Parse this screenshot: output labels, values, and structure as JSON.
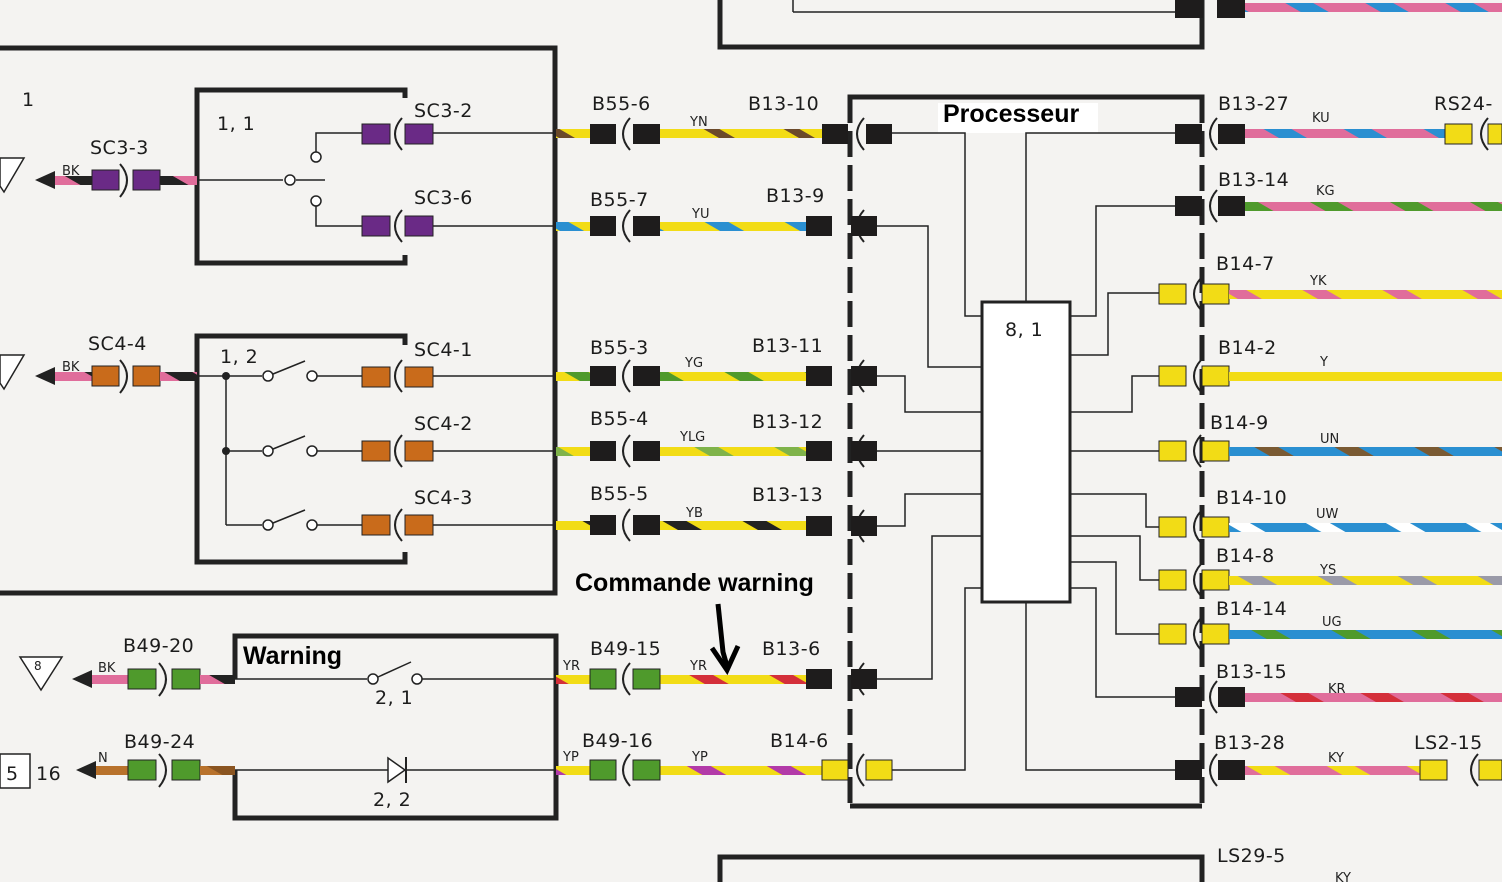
{
  "annotations": {
    "processor_title": "Processeur",
    "warning_title": "Warning",
    "command_warning": "Commande warning"
  },
  "blocks": {
    "block1_number": "1",
    "sw_1_1": "1, 1",
    "sw_1_2": "1, 2",
    "sw_2_1": "2, 1",
    "diode_2_2": "2, 2",
    "processor_id": "8, 1"
  },
  "left_connectors": {
    "sc3_3": "SC3-3",
    "sc4_4": "SC4-4",
    "b49_20": "B49-20",
    "b49_24": "B49-24"
  },
  "left_wires": {
    "bk1": "BK",
    "bk2": "BK",
    "bk3": "BK",
    "n": "N"
  },
  "left_refs": {
    "ground_8": "8",
    "ref_5": "5",
    "ref_16": "16"
  },
  "switch_pins": {
    "sc3_2": "SC3-2",
    "sc3_6": "SC3-6",
    "sc4_1": "SC4-1",
    "sc4_2": "SC4-2",
    "sc4_3": "SC4-3"
  },
  "mid_connectors": {
    "b55_6": "B55-6",
    "b55_7": "B55-7",
    "b55_3": "B55-3",
    "b55_4": "B55-4",
    "b55_5": "B55-5",
    "b49_15": "B49-15",
    "b49_16": "B49-16",
    "b13_10": "B13-10",
    "b13_9": "B13-9",
    "b13_11": "B13-11",
    "b13_12": "B13-12",
    "b13_13": "B13-13",
    "b13_6": "B13-6",
    "b14_6": "B14-6"
  },
  "mid_wires": {
    "yn": "YN",
    "yu": "YU",
    "yg": "YG",
    "ylg": "YLG",
    "yb": "YB",
    "yr1": "YR",
    "yr2": "YR",
    "yp1": "YP",
    "yp2": "YP"
  },
  "right_connectors": {
    "b13_27": "B13-27",
    "b13_14": "B13-14",
    "b14_7": "B14-7",
    "b14_2": "B14-2",
    "b14_9": "B14-9",
    "b14_10": "B14-10",
    "b14_8": "B14-8",
    "b14_14": "B14-14",
    "b13_15": "B13-15",
    "b13_28": "B13-28",
    "rs24": "RS24-",
    "ls2_15": "LS2-15",
    "ls29_5": "LS29-5"
  },
  "right_wires": {
    "ku": "KU",
    "kg": "KG",
    "yk": "YK",
    "y": "Y",
    "un": "UN",
    "uw": "UW",
    "ys": "YS",
    "ug": "UG",
    "kr": "KR",
    "ky1": "KY",
    "ky2": "KY"
  },
  "colors": {
    "purple": "#6a2a86",
    "orange": "#c96b1b",
    "green": "#4f9a2c",
    "yellow": "#f2dc16",
    "connector_dark": "#1e1c1c",
    "pink": "#e06d9b",
    "blue": "#2a8fd1",
    "red": "#d42f3a"
  }
}
